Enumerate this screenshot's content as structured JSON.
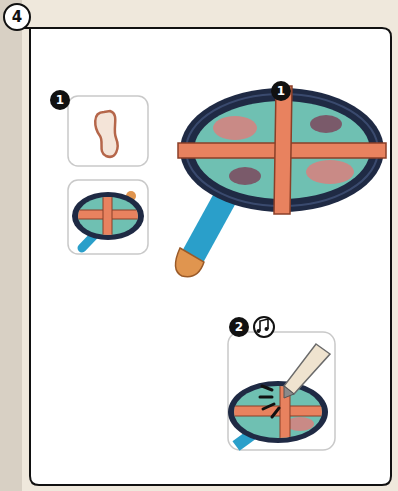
{
  "diagram": {
    "labels": [
      "4",
      "1",
      "1",
      "2"
    ]
  }
}
